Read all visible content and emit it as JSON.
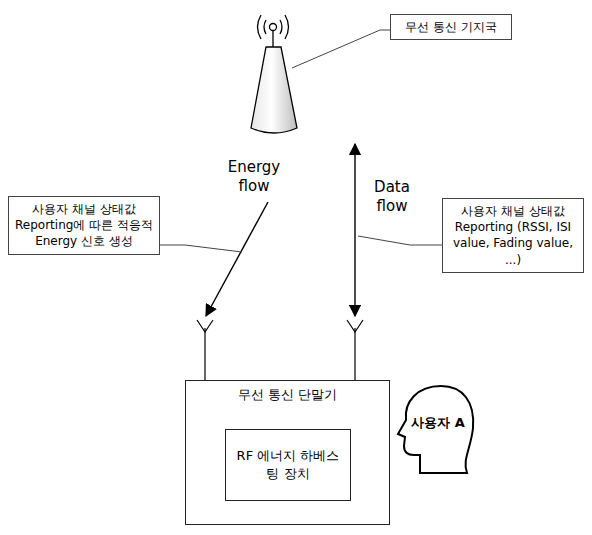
{
  "diagram": {
    "nodes": [
      {
        "text": [
          "무선 통신 기지국"
        ]
      },
      {
        "text": [
          "사용자 채널 상태값 Reporting에 따른 적응적 Energy 신호 생성"
        ]
      },
      {
        "text": [
          "사용자 채널 상태값 Reporting (RSSI, ISI value, Fading value, ...)"
        ]
      },
      {
        "text": [
          "무선 통신 단말기"
        ]
      },
      {
        "text": [
          "RF 에너지 하베스팅 장치"
        ],
        "in": 3
      },
      {
        "text": [
          "사용자 A"
        ]
      }
    ],
    "labels": [
      "Energy flow",
      "Data flow"
    ]
  }
}
